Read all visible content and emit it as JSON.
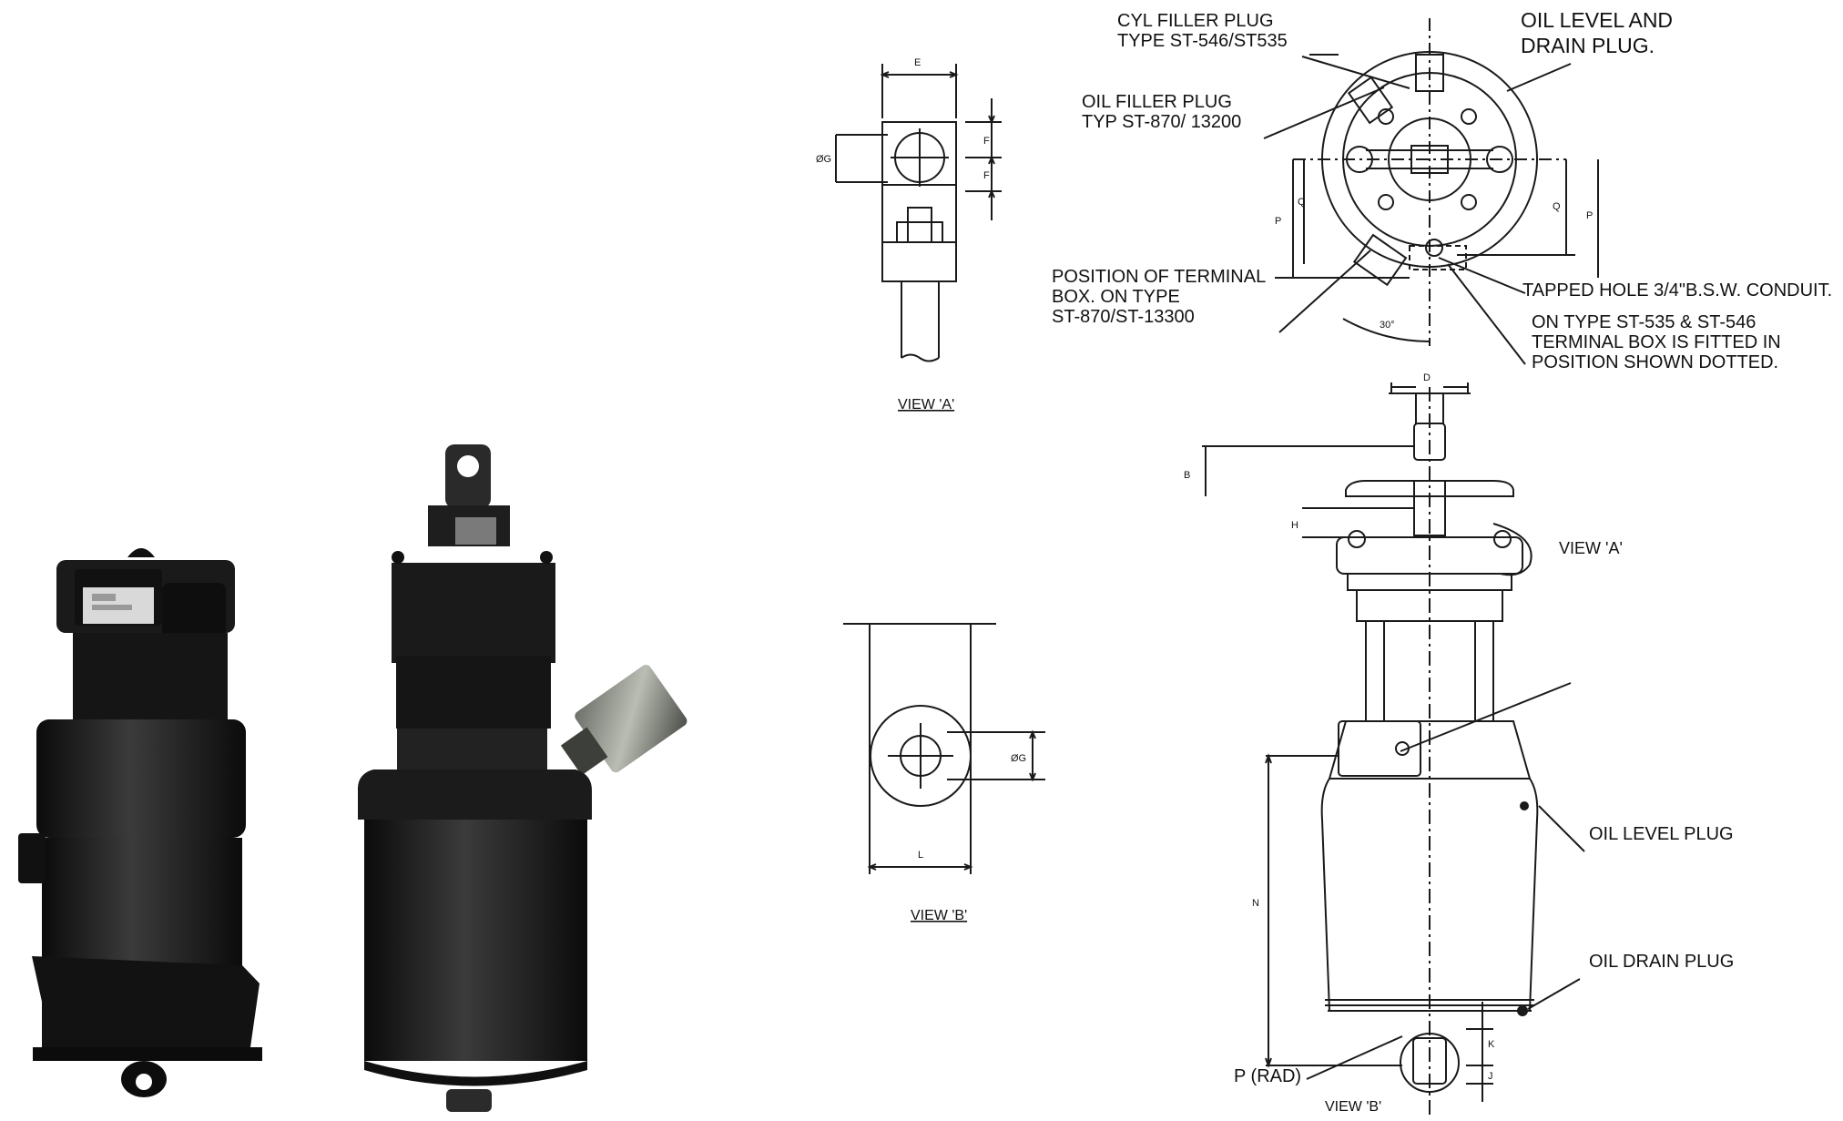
{
  "labels": {
    "cyl_filler_line1": "CYL FILLER PLUG",
    "cyl_filler_line2": "TYPE ST-546/ST535",
    "oil_level_drain_line1": "OIL LEVEL AND",
    "oil_level_drain_line2": "DRAIN PLUG.",
    "oil_filler_line1": "OIL FILLER PLUG",
    "oil_filler_line2": "TYP ST-870/ 13200",
    "terminal_pos_line1": "POSITION OF TERMINAL",
    "terminal_pos_line2": "BOX. ON TYPE",
    "terminal_pos_line3": "ST-870/ST-13300",
    "tapped_hole": "TAPPED HOLE 3/4\"B.S.W. CONDUIT.",
    "on_type_line1": "ON TYPE ST-535 & ST-546",
    "on_type_line2": "TERMINAL BOX IS FITTED IN",
    "on_type_line3": "POSITION SHOWN DOTTED.",
    "view_a_caption": "VIEW 'A'",
    "view_b_caption": "VIEW 'B'",
    "view_a_callout": "VIEW 'A'",
    "view_b_callout": "VIEW 'B'",
    "oil_level_plug": "OIL LEVEL PLUG",
    "oil_drain_plug": "OIL DRAIN PLUG",
    "p_rad": "P (RAD)",
    "angle": "30°"
  },
  "dimensions": {
    "e": "E",
    "f1": "F",
    "f2": "F",
    "g1": "ØG",
    "g2": "ØG",
    "l": "L",
    "d": "D",
    "b": "B",
    "h": "H",
    "n": "N",
    "p1": "P",
    "q1": "Q",
    "q2": "Q",
    "p2": "P",
    "j": "J",
    "k": "K"
  },
  "colors": {
    "line": "#1a1a1a",
    "unit_body": "#141414",
    "unit_highlight": "#3a3a3a",
    "nameplate": "#d9d9d9",
    "background": "#ffffff"
  }
}
